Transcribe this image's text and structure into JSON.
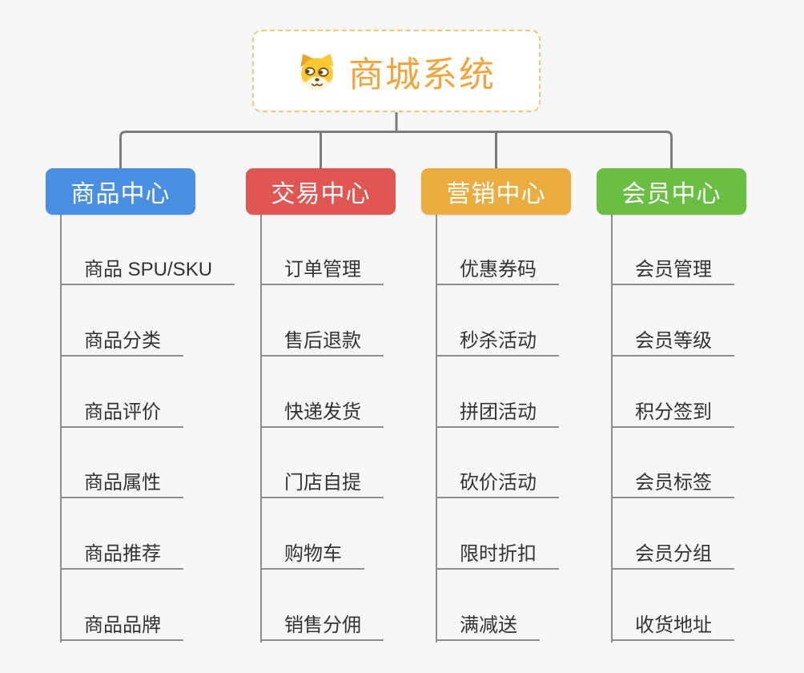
{
  "root": {
    "title": "商城系统",
    "icon": "dog-icon",
    "title_color": "#f0a53e",
    "border_color": "#f6c47c"
  },
  "branches": [
    {
      "label": "商品中心",
      "color": "#4a90e2",
      "items": [
        "商品 SPU/SKU",
        "商品分类",
        "商品评价",
        "商品属性",
        "商品推荐",
        "商品品牌"
      ]
    },
    {
      "label": "交易中心",
      "color": "#e05653",
      "items": [
        "订单管理",
        "售后退款",
        "快递发货",
        "门店自提",
        "购物车",
        "销售分佣"
      ]
    },
    {
      "label": "营销中心",
      "color": "#ebac40",
      "items": [
        "优惠券码",
        "秒杀活动",
        "拼团活动",
        "砍价活动",
        "限时折扣",
        "满减送"
      ]
    },
    {
      "label": "会员中心",
      "color": "#6abe42",
      "items": [
        "会员管理",
        "会员等级",
        "积分签到",
        "会员标签",
        "会员分组",
        "收货地址"
      ]
    }
  ],
  "connector_color": "#7c7c7c",
  "line_color": "#8e8e8e",
  "background_color": "#f7f7f7",
  "text_color": "#333333"
}
